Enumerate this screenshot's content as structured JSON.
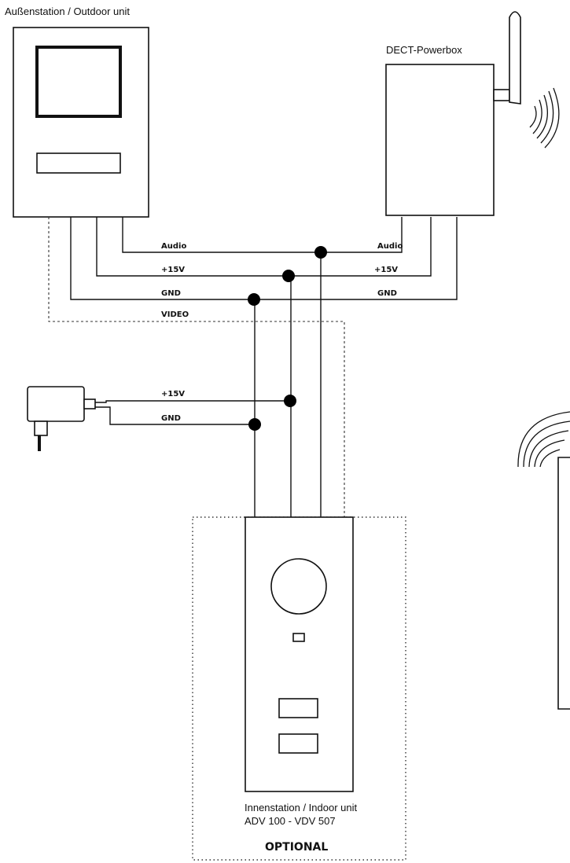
{
  "labels": {
    "outdoor_unit": "Außenstation / Outdoor unit",
    "powerbox": "DECT-Powerbox",
    "indoor_unit_line1": "Innenstation / Indoor unit",
    "indoor_unit_line2": "ADV 100 - VDV 507",
    "optional": "OPTIONAL"
  },
  "wires": {
    "audio_left": "Audio",
    "v15_left": "+15V",
    "gnd_left": "GND",
    "video_left": "VIDEO",
    "audio_right": "Audio",
    "v15_right": "+15V",
    "gnd_right": "GND",
    "psu_v15": "+15V",
    "psu_gnd": "GND"
  }
}
